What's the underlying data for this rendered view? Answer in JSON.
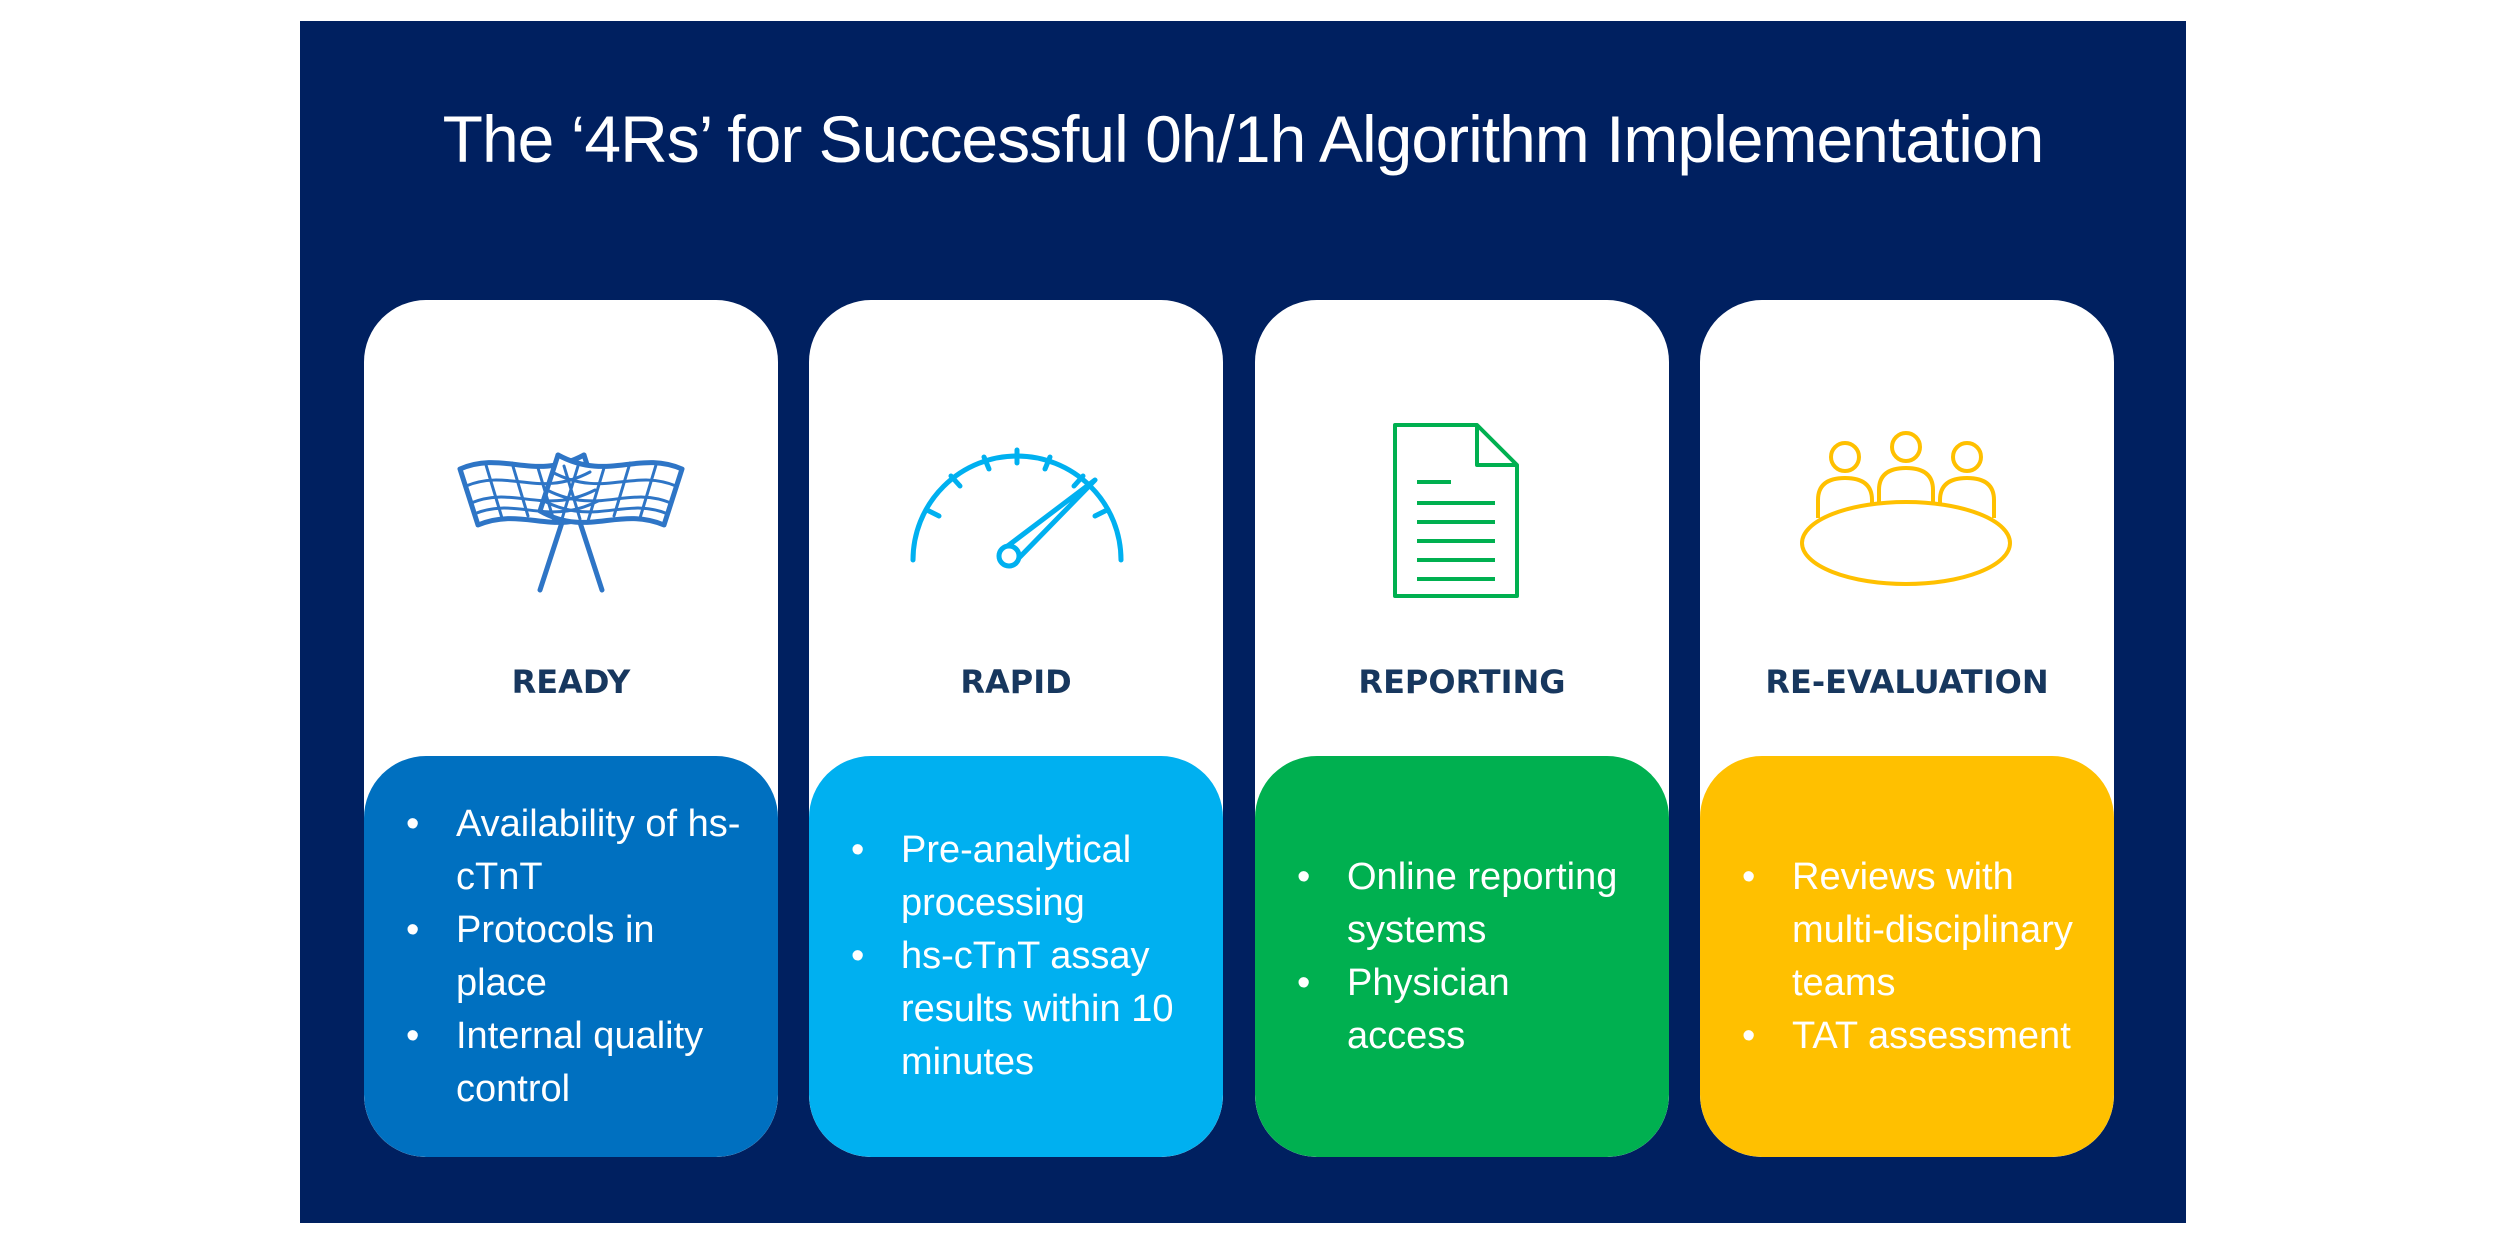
{
  "title": "The ‘4Rs’ for Successful 0h/1h Algorithm Implementation",
  "colors": {
    "background": "#002060",
    "card": "#ffffff",
    "heading": "#17375e",
    "ready": "#0070c0",
    "rapid": "#00b0f0",
    "reporting": "#00b050",
    "re_evaluation": "#ffc000"
  },
  "cards": [
    {
      "icon": "checkered-flags-icon",
      "heading": "READY",
      "bullets": [
        "Availability  of hs-cTnT",
        "Protocols in place",
        "Internal quality control"
      ]
    },
    {
      "icon": "speedometer-icon",
      "heading": "RAPID",
      "bullets": [
        "Pre-analytical processing",
        "hs-cTnT assay results within 10 minutes"
      ]
    },
    {
      "icon": "document-icon",
      "heading": "REPORTING",
      "bullets": [
        "Online reporting systems",
        "Physician access"
      ]
    },
    {
      "icon": "meeting-table-icon",
      "heading": "RE-EVALUATION",
      "bullets": [
        "Reviews with multi-disciplinary teams",
        "TAT assessment"
      ]
    }
  ]
}
